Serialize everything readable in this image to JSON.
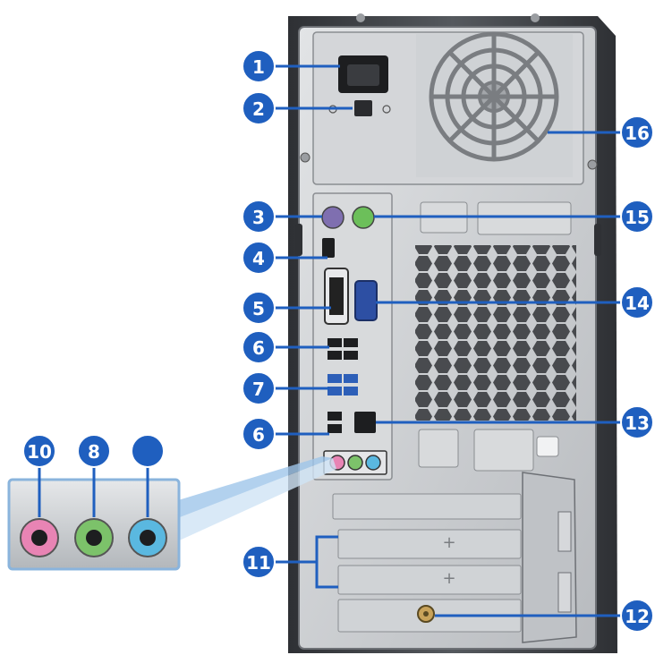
{
  "callouts": [
    {
      "id": "1",
      "label": "1"
    },
    {
      "id": "2",
      "label": "2"
    },
    {
      "id": "3",
      "label": "3"
    },
    {
      "id": "4",
      "label": "4"
    },
    {
      "id": "5",
      "label": "5"
    },
    {
      "id": "6a",
      "label": "6"
    },
    {
      "id": "7",
      "label": "7"
    },
    {
      "id": "6b",
      "label": "6"
    },
    {
      "id": "10",
      "label": "10"
    },
    {
      "id": "8",
      "label": "8"
    },
    {
      "id": "9",
      "label": ""
    },
    {
      "id": "11",
      "label": "11"
    },
    {
      "id": "12",
      "label": "12"
    },
    {
      "id": "13",
      "label": "13"
    },
    {
      "id": "14",
      "label": "14"
    },
    {
      "id": "15",
      "label": "15"
    },
    {
      "id": "16",
      "label": "16"
    }
  ],
  "colors": {
    "callout": "#1f5fbf",
    "chassis": "#4a4d52",
    "panel": "#c9ccd0",
    "audio_pink": "#e884b4",
    "audio_green": "#7cc26a",
    "audio_blue": "#5ab8e0",
    "ps2_purple": "#7f6fb0",
    "ps2_green": "#6cbf5a",
    "vga_blue": "#2d4fa3"
  },
  "icons": [
    "power-socket-icon",
    "voltage-switch-icon",
    "ps2-keyboard-port-icon",
    "ps2-mouse-port-icon",
    "hdmi-port-icon",
    "dvi-port-icon",
    "vga-port-icon",
    "usb2-port-icon",
    "usb3-port-icon",
    "lan-port-icon",
    "audio-jack-icon",
    "expansion-slot-icon",
    "antenna-connector-icon",
    "fan-grille-icon"
  ]
}
